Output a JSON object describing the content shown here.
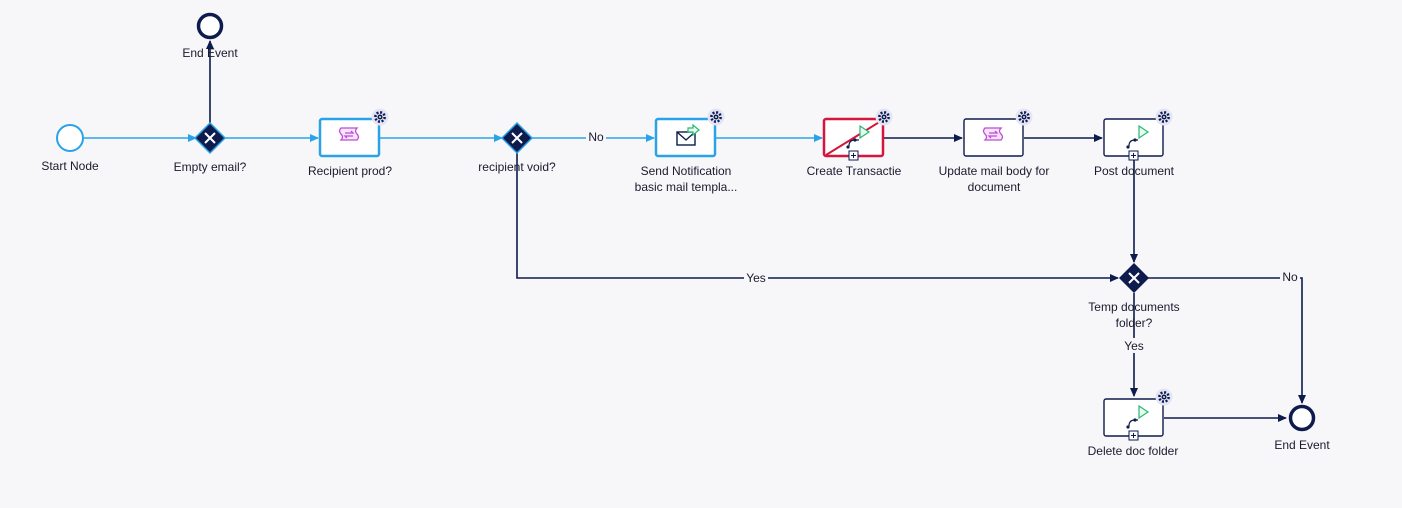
{
  "colors": {
    "background": "#f7f7fa",
    "active_flow": "#2aa3e6",
    "flow": "#0e1b4d",
    "node_dark": "#0e1b4d",
    "error": "#d4163c",
    "script_icon": "#c04ad6",
    "play_icon": "#2bb673",
    "gear_badge": "#e3e4f4"
  },
  "nodes": {
    "start": {
      "label": "Start Node"
    },
    "end_top": {
      "label": "End Event"
    },
    "end_bottom": {
      "label": "End Event"
    },
    "gw_empty": {
      "label": "Empty email?"
    },
    "gw_void": {
      "label": "recipient void?"
    },
    "gw_temp": {
      "label1": "Temp documents",
      "label2": "folder?"
    },
    "task_recipient": {
      "label": "Recipient prod?",
      "icon": "script-icon"
    },
    "task_send": {
      "label1": "Send Notification",
      "label2": "basic mail templa...",
      "icon": "send-mail-icon"
    },
    "task_create": {
      "label": "Create Transactie",
      "icon": "subprocess-icon"
    },
    "task_update": {
      "label1": "Update mail body for",
      "label2": "document",
      "icon": "script-icon"
    },
    "task_post": {
      "label": "Post document",
      "icon": "subprocess-icon"
    },
    "task_delete": {
      "label": "Delete doc folder",
      "icon": "subprocess-icon"
    }
  },
  "edges": {
    "void_no": "No",
    "void_yes": "Yes",
    "temp_no": "No",
    "temp_yes": "Yes"
  }
}
